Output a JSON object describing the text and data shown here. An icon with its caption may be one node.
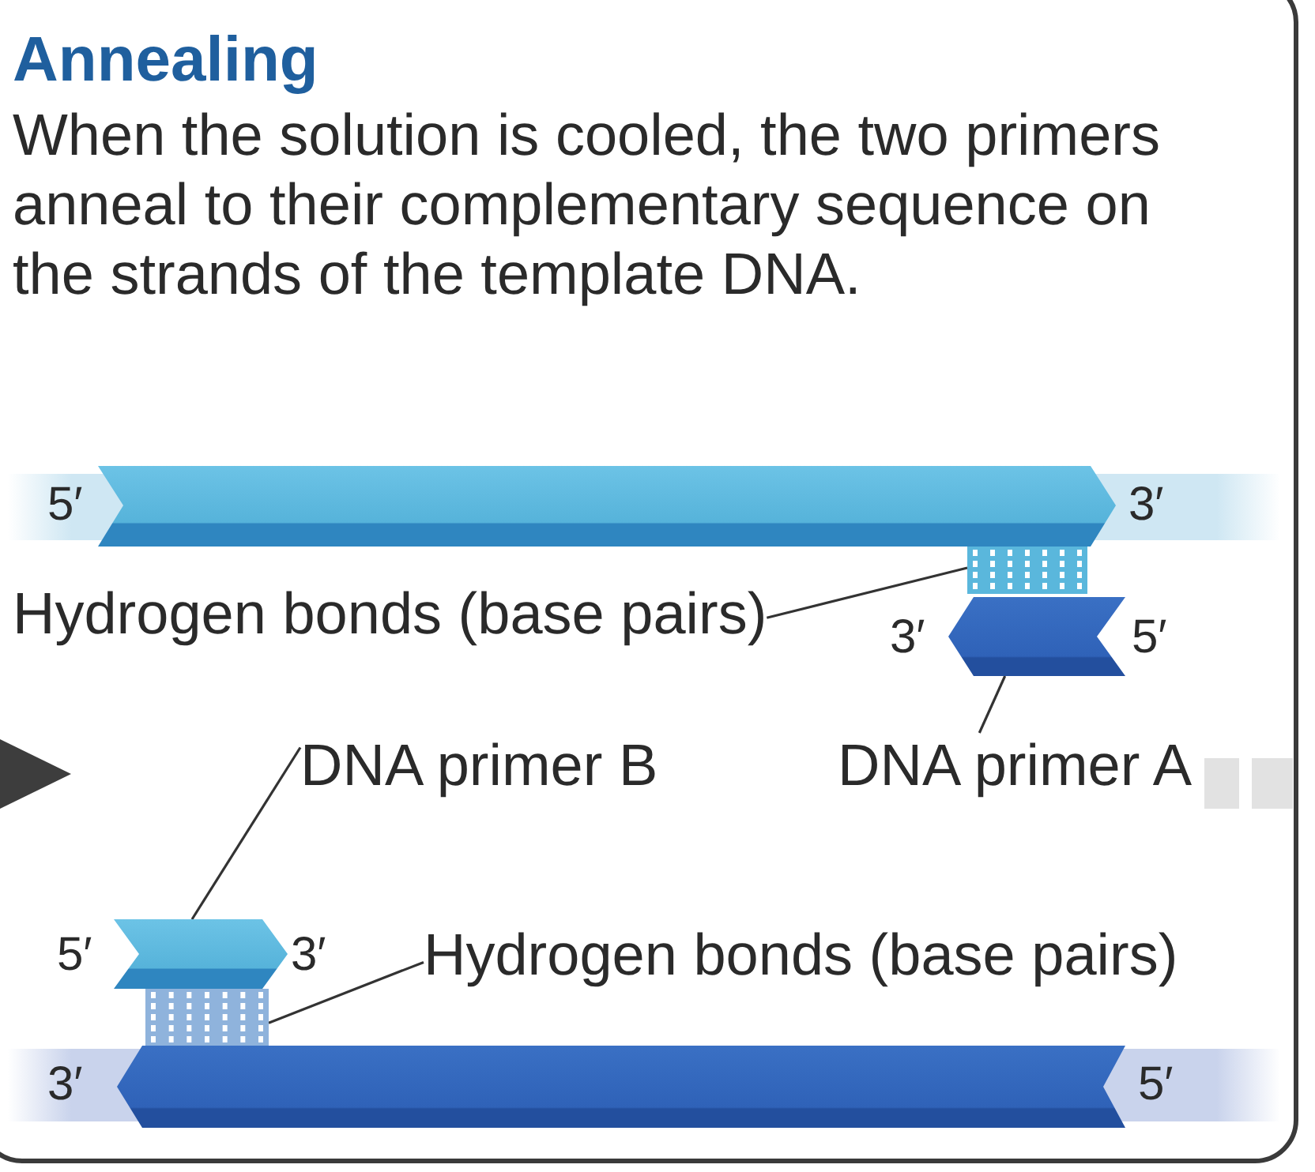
{
  "diagram": {
    "title": "Annealing",
    "nodes": [
      {
        "text": [
          "Hydrogen bonds (base pairs)"
        ]
      },
      {
        "text": [],
        "shape": "bar"
      },
      {
        "text": [
          "DNA primer A"
        ]
      },
      {
        "text": [],
        "shape": "bar"
      },
      {
        "text": [
          "DNA primer B"
        ]
      },
      {
        "text": [],
        "shape": "bar"
      },
      {
        "text": [
          "Hydrogen bonds (base pairs)"
        ]
      },
      {
        "text": [],
        "shape": "bar"
      }
    ],
    "edges": [
      {
        "from": 0,
        "to": 1,
        "arrow": "none"
      },
      {
        "from": 2,
        "to": 3,
        "arrow": "none"
      },
      {
        "from": 4,
        "to": 5,
        "arrow": "none"
      },
      {
        "from": 6,
        "to": 7,
        "arrow": "none"
      }
    ],
    "labels": [
      "When the solution is cooled, the two primers anneal to their complementary sequence on the strands of the template DNA.",
      "5′",
      "3′",
      "3′",
      "5′",
      "5′",
      "3′",
      "3′",
      "5′"
    ]
  }
}
